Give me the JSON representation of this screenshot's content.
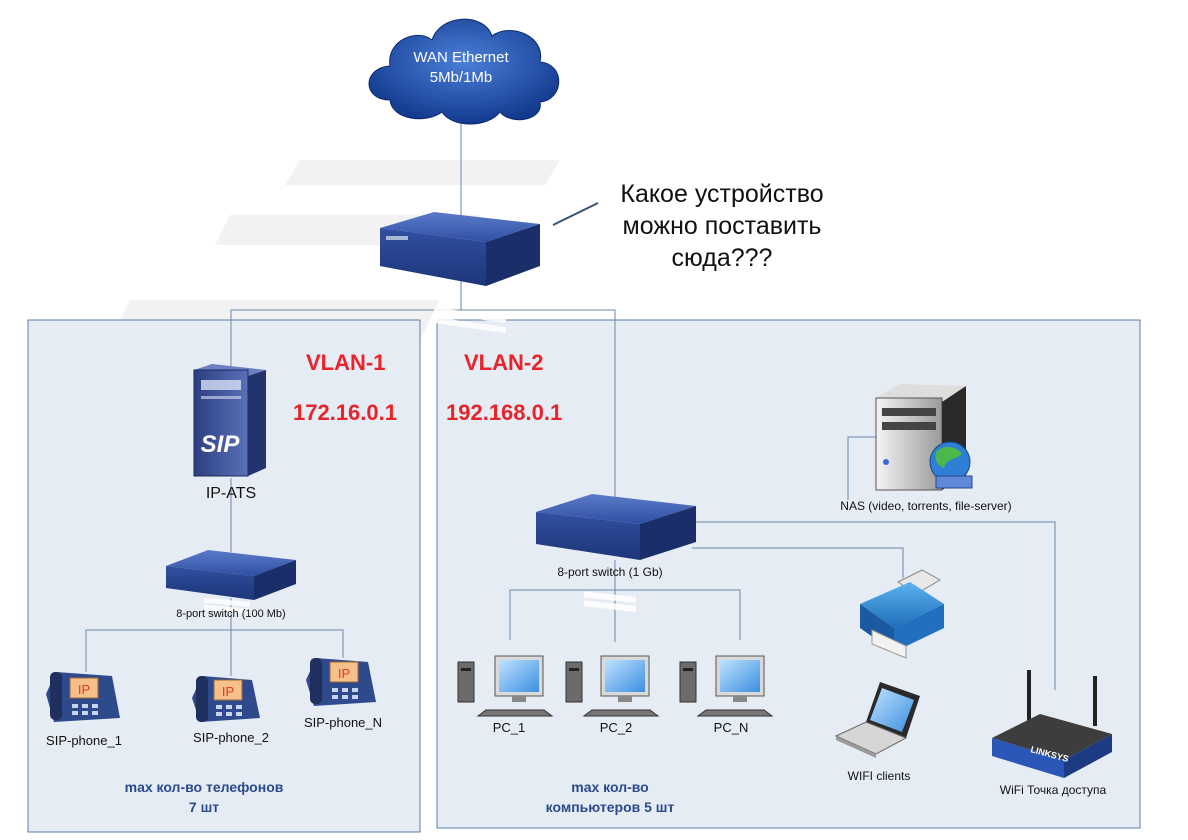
{
  "wan": {
    "line1": "WAN Ethernet",
    "line2": "5Mb/1Mb"
  },
  "question": {
    "line1": "Какое устройство",
    "line2": "можно поставить",
    "line3": "сюда???"
  },
  "vlan1": {
    "name": "VLAN-1",
    "ip": "172.16.0.1",
    "ats_label": "IP-ATS",
    "ats_logo": "SIP",
    "switch_label": "8-port switch (100 Mb)",
    "phone_badge": "IP",
    "phones": [
      "SIP-phone_1",
      "SIP-phone_2",
      "SIP-phone_N"
    ],
    "note_line1": "max кол-во телефонов",
    "note_line2": "7 шт"
  },
  "vlan2": {
    "name": "VLAN-2",
    "ip": "192.168.0.1",
    "switch_label": "8-port switch (1 Gb)",
    "nas_label": "NAS (video, torrents, file-server)",
    "pcs": [
      "PC_1",
      "PC_2",
      "PC_N"
    ],
    "wifi_clients_label": "WIFI  clients",
    "ap_label": "WiFi Точка доступа",
    "ap_brand": "LINKSYS",
    "note_line1": "max кол-во",
    "note_line2": "компьютеров 5 шт"
  },
  "colors": {
    "vlan_red": "#e8242a",
    "note_blue": "#2b4a8c",
    "panel_fill": "#e6ecf4",
    "panel_border": "#5d7ea5",
    "switch_blue": "#2b4796",
    "cloud_blue": "#1f4aa3"
  }
}
